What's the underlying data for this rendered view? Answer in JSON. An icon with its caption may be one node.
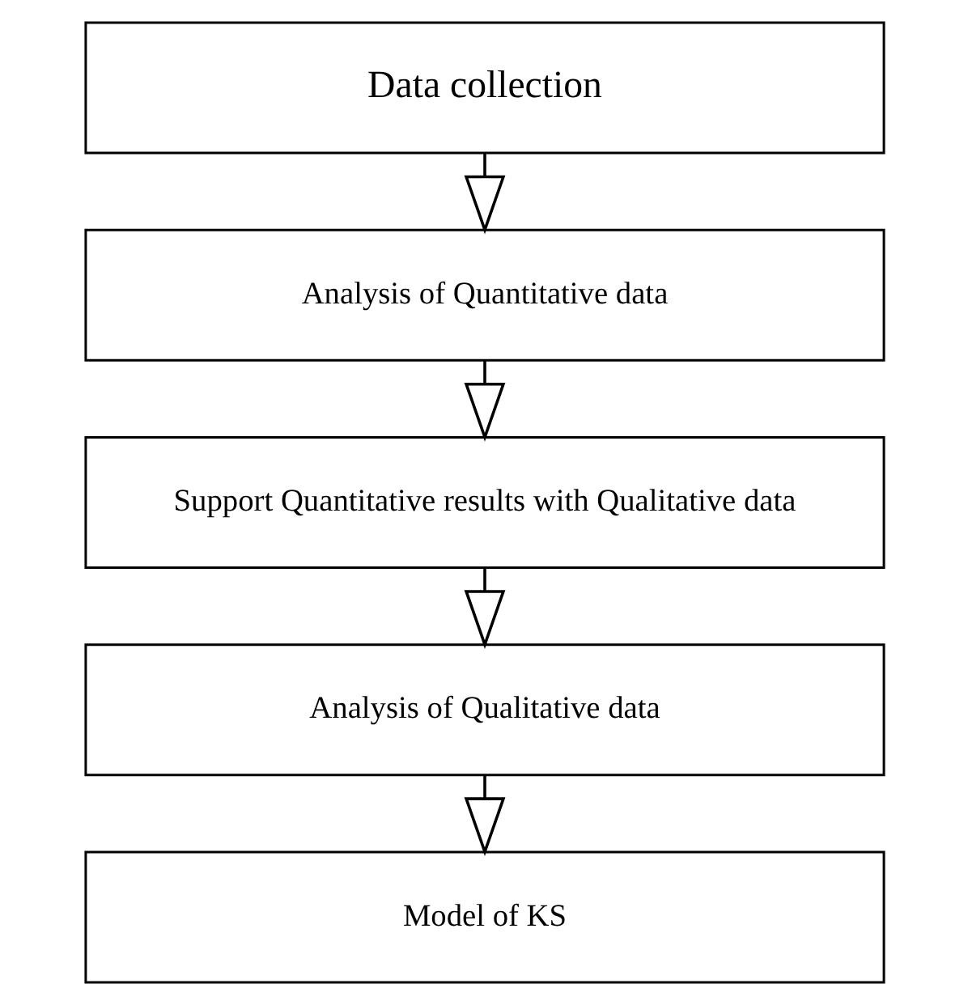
{
  "diagram": {
    "nodes": [
      {
        "text": [
          "Data collection"
        ]
      },
      {
        "text": [
          "Analysis of Quantitative data"
        ]
      },
      {
        "text": [
          "Support Quantitative results with Qualitative data"
        ]
      },
      {
        "text": [
          "Analysis of Qualitative data"
        ]
      },
      {
        "text": [
          "Model of KS"
        ]
      }
    ],
    "edges": [
      {
        "from": 0,
        "to": 1,
        "arrow": "to"
      },
      {
        "from": 1,
        "to": 2,
        "arrow": "to"
      },
      {
        "from": 2,
        "to": 3,
        "arrow": "to"
      },
      {
        "from": 3,
        "to": 4,
        "arrow": "to"
      }
    ]
  }
}
